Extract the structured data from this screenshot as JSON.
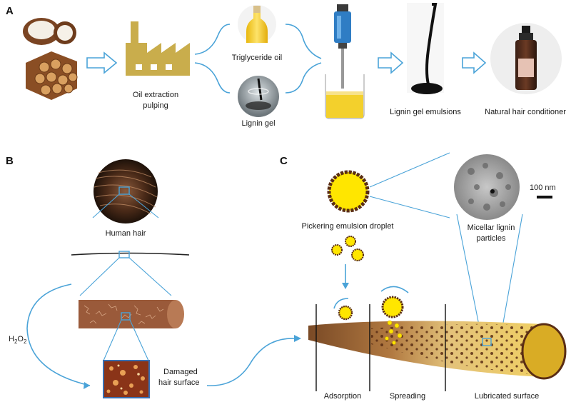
{
  "panels": {
    "a": "A",
    "b": "B",
    "c": "C"
  },
  "panel_a": {
    "oil_extraction_line1": "Oil extraction",
    "oil_extraction_line2": "pulping",
    "triglyceride_oil": "Triglyceride oil",
    "lignin_gel": "Lignin gel",
    "lignin_gel_emulsions": "Lignin gel emulsions",
    "natural_hair_conditioner": "Natural hair conditioner"
  },
  "panel_b": {
    "human_hair": "Human hair",
    "h2o2_main": "H",
    "h2o2_sub1": "2",
    "h2o2_mid": "O",
    "h2o2_sub2": "2",
    "damaged_line1": "Damaged",
    "damaged_line2": "hair surface"
  },
  "panel_c": {
    "pickering": "Pickering emulsion droplet",
    "scale_bar": "100 nm",
    "micellar_line1": "Micellar lignin",
    "micellar_line2": "particles",
    "adsorption": "Adsorption",
    "spreading": "Spreading",
    "lubricated": "Lubricated surface"
  },
  "colors": {
    "flow_blue": "#4aa3d8",
    "factory_gold": "#c9ad4c",
    "oil_yellow": "#f2d21b",
    "lignin_brown": "#5a2d14",
    "hair_brown": "#9a5a3a"
  },
  "icons": [
    "coconut-icon",
    "wood-logs-icon",
    "factory-icon",
    "oil-bottle-icon",
    "lignin-gel-photo",
    "mixer-icon",
    "emulsion-drip-icon",
    "conditioner-bottle-icon",
    "hair-photo",
    "micelle-tem-photo",
    "damaged-surface-photo"
  ]
}
